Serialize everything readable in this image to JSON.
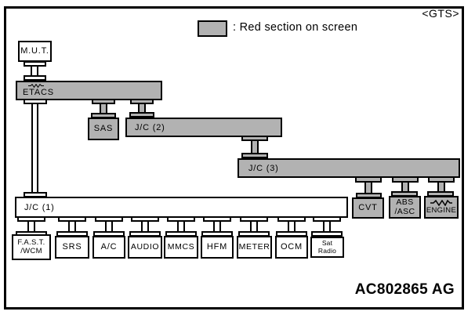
{
  "variant": "<GTS>",
  "figure_code": "AC802865 AG",
  "legend": {
    "label": ": Red section on screen",
    "swatch_color": "#b2b2b2"
  },
  "colors": {
    "highlight_section": "#b2b2b2",
    "line": "#000000",
    "background": "#ffffff"
  },
  "nodes": {
    "mut": "M.U.T.",
    "etacs": "ETACS",
    "sas": "SAS",
    "jc2": "J/C (2)",
    "jc3": "J/C (3)",
    "jc1": "J/C (1)",
    "cvt": "CVT",
    "abs": {
      "line1": "ABS",
      "line2": "/ASC"
    },
    "engine": "ENGINE",
    "fast": {
      "line1": "F.A.S.T.",
      "line2": "/WCM"
    },
    "srs": "SRS",
    "ac": "A/C",
    "audio": "AUDIO",
    "mmcs": "MMCS",
    "hfm": "HFM",
    "meter": "METER",
    "ocm": "OCM",
    "sat_radio": "Sat Radio"
  },
  "highlighted_nodes": [
    "ETACS",
    "SAS",
    "J/C (2)",
    "J/C (3)",
    "CVT",
    "ABS/ASC",
    "ENGINE"
  ],
  "connections": [
    {
      "from": "M.U.T.",
      "to": "ETACS"
    },
    {
      "from": "ETACS",
      "to": "SAS"
    },
    {
      "from": "ETACS",
      "to": "J/C (2)"
    },
    {
      "from": "ETACS",
      "to": "J/C (1)"
    },
    {
      "from": "J/C (2)",
      "to": "J/C (3)"
    },
    {
      "from": "J/C (3)",
      "to": "CVT"
    },
    {
      "from": "J/C (3)",
      "to": "ABS/ASC"
    },
    {
      "from": "J/C (3)",
      "to": "ENGINE"
    },
    {
      "from": "J/C (1)",
      "to": "F.A.S.T./WCM"
    },
    {
      "from": "J/C (1)",
      "to": "SRS"
    },
    {
      "from": "J/C (1)",
      "to": "A/C"
    },
    {
      "from": "J/C (1)",
      "to": "AUDIO"
    },
    {
      "from": "J/C (1)",
      "to": "MMCS"
    },
    {
      "from": "J/C (1)",
      "to": "HFM"
    },
    {
      "from": "J/C (1)",
      "to": "METER"
    },
    {
      "from": "J/C (1)",
      "to": "OCM"
    },
    {
      "from": "J/C (1)",
      "to": "Sat Radio"
    }
  ]
}
